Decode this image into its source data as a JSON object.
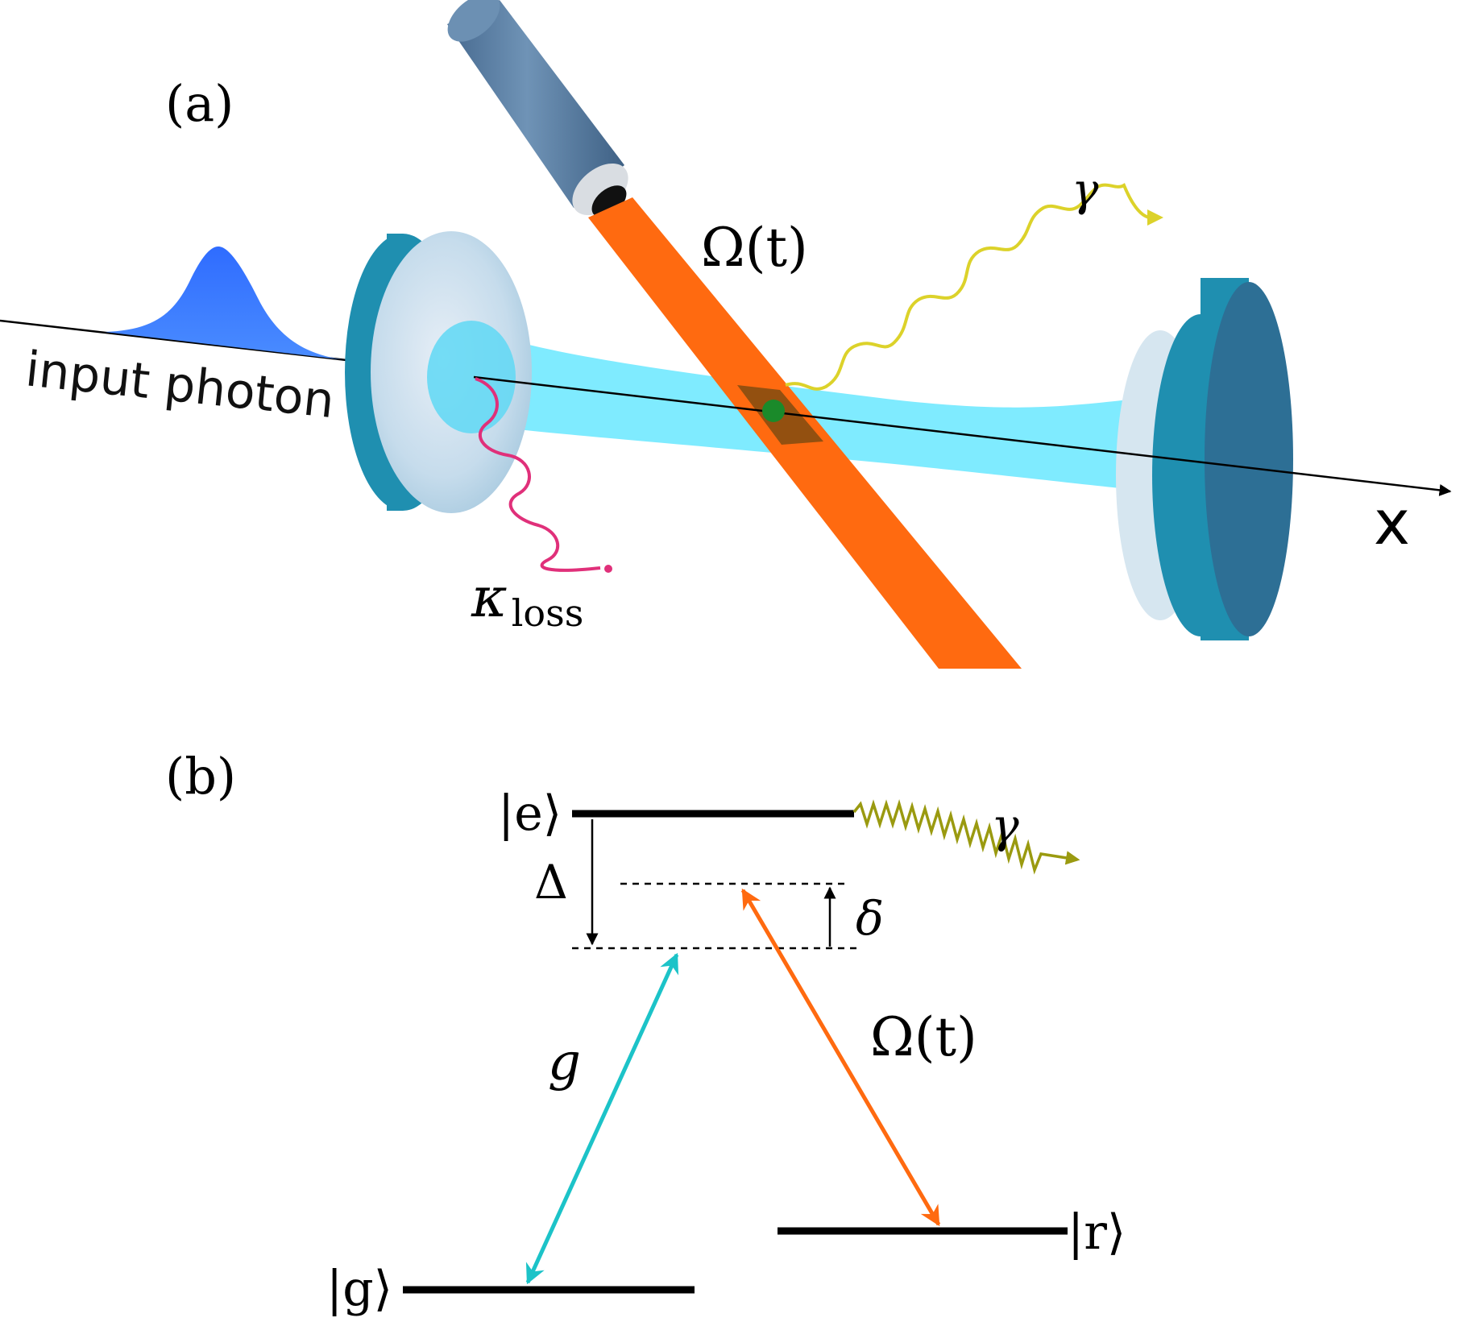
{
  "panel_a": {
    "label": "(a)",
    "input_label": "input photon",
    "omega_label": "Ω(t)",
    "gamma_label": "γ",
    "kappa_symbol": "κ",
    "kappa_subscript": "loss",
    "axis_label": "x",
    "colors": {
      "photon_pulse": "#3b82f6",
      "mirror_edge": "#1f8fb0",
      "mirror_face": "#c8dfee",
      "cavity_mode": "#5fe6ff",
      "drive_beam": "#ff6a10",
      "fiber": "#5b7ea1",
      "atom": "#1a8a2a",
      "gamma_wave": "#dcd22a",
      "kappa_wave": "#e0307a"
    }
  },
  "panel_b": {
    "label": "(b)",
    "state_e": "|e⟩",
    "state_g": "|g⟩",
    "state_r": "|r⟩",
    "delta_cap": "Δ",
    "delta_small": "δ",
    "gamma": "γ",
    "g": "g",
    "omega": "Ω(t)",
    "colors": {
      "g_arrow": "#1cc3c8",
      "omega_arrow": "#ff6a10",
      "gamma_wave": "#9a9a10"
    }
  }
}
